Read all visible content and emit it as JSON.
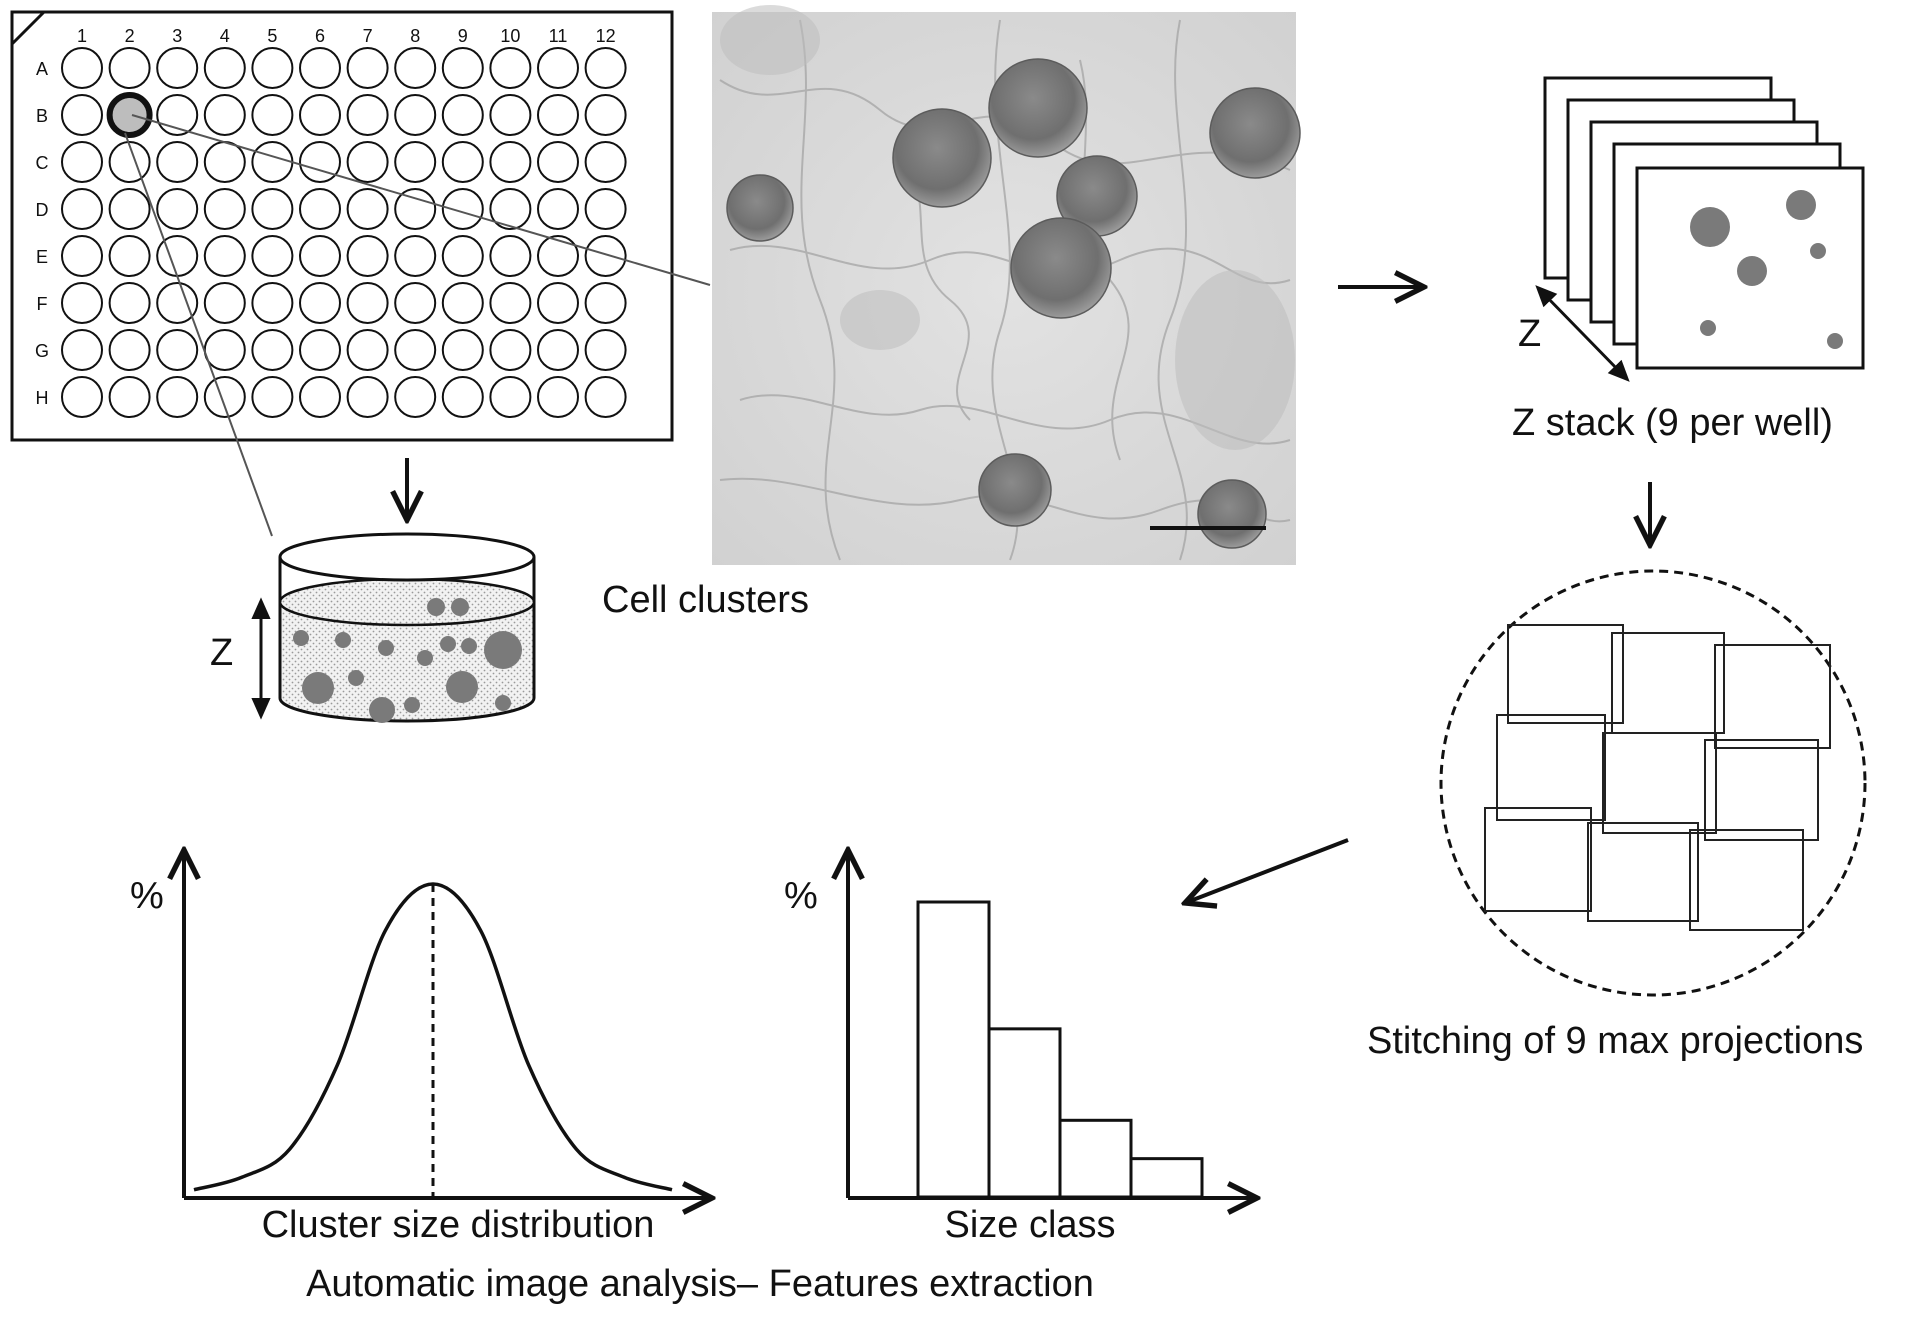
{
  "plate": {
    "columns": [
      "1",
      "2",
      "3",
      "4",
      "5",
      "6",
      "7",
      "8",
      "9",
      "10",
      "11",
      "12"
    ],
    "rows": [
      "A",
      "B",
      "C",
      "D",
      "E",
      "F",
      "G",
      "H"
    ],
    "highlighted_well": "B2"
  },
  "well": {
    "axis_label": "Z"
  },
  "micrograph": {
    "caption": "Cell clusters"
  },
  "zstack": {
    "axis_label": "Z",
    "caption": "Z stack (9 per well)"
  },
  "stitch": {
    "caption": "Stitching of 9 max projections"
  },
  "chart_data": [
    {
      "type": "line",
      "ylabel": "%",
      "xlabel": "Cluster size distribution",
      "shape": "bell curve",
      "x": [
        0,
        0.1,
        0.2,
        0.3,
        0.4,
        0.5,
        0.6,
        0.7,
        0.8,
        0.9,
        1.0
      ],
      "values": [
        2,
        6,
        15,
        42,
        85,
        100,
        85,
        42,
        15,
        6,
        2
      ],
      "marker": "dashed vertical line at peak"
    },
    {
      "type": "bar",
      "ylabel": "%",
      "xlabel": "Size class",
      "categories": [
        "",
        "",
        "",
        ""
      ],
      "values": [
        100,
        57,
        26,
        13
      ]
    }
  ],
  "footer": {
    "caption": "Automatic image analysis– Features extraction"
  },
  "colors": {
    "ink": "#111111",
    "cluster_gray": "#7a7a7a",
    "medium": "#ededed"
  }
}
